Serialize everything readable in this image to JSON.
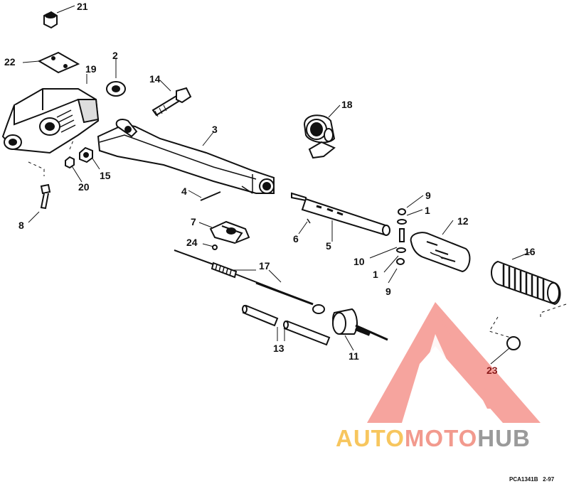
{
  "callouts": [
    "21",
    "22",
    "19",
    "2",
    "14",
    "18",
    "3",
    "15",
    "20",
    "4",
    "8",
    "9",
    "1",
    "6",
    "5",
    "12",
    "7",
    "24",
    "10",
    "16",
    "17",
    "1",
    "9",
    "13",
    "11",
    "23"
  ],
  "reference_code": "PCA1341B   2-97",
  "watermark": {
    "part1": "AUTO",
    "part2": "MOTO",
    "part3": "HUB"
  },
  "colors": {
    "line": "#111111",
    "watermark_red": "#f05a50",
    "watermark_orange": "#f7c65e",
    "watermark_grey": "#9a9a9a"
  }
}
